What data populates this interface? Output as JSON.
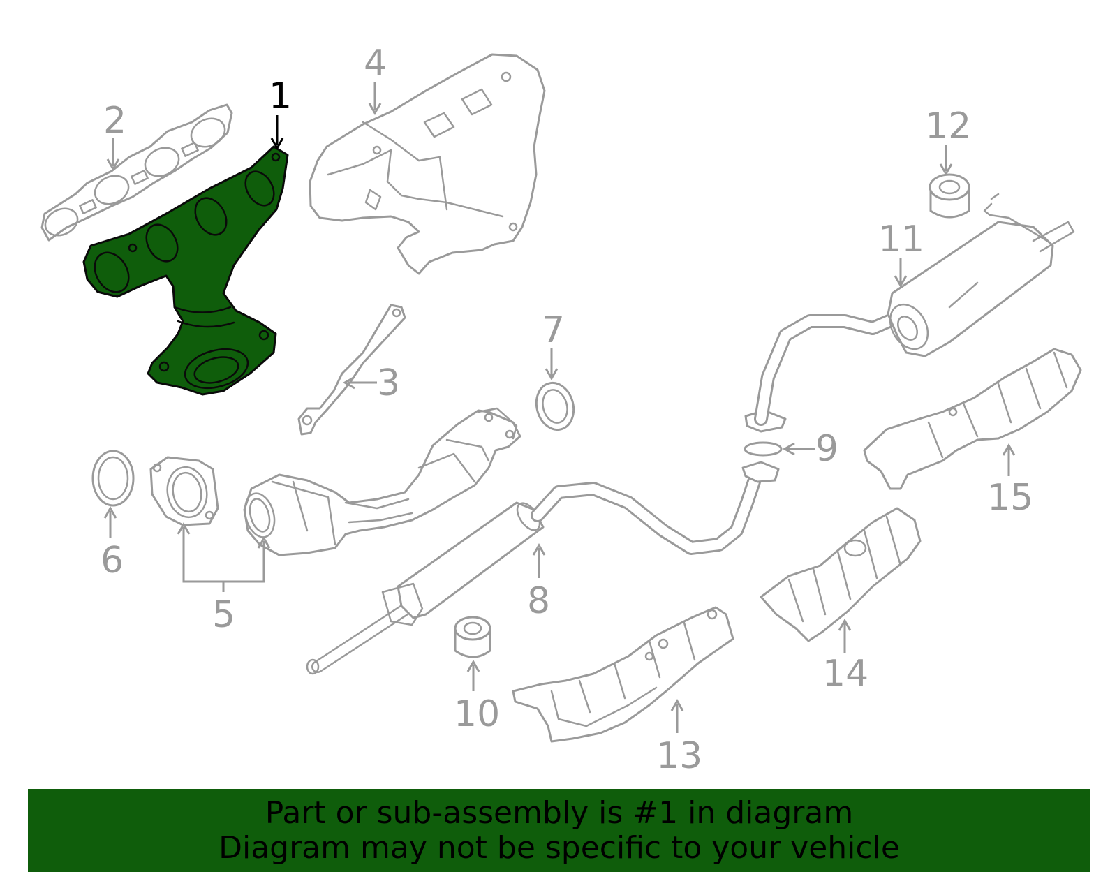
{
  "diagram": {
    "highlight_color": "#0f5d0b",
    "part_line_color": "#9a9a9a",
    "highlighted_part": "1",
    "callouts": {
      "c1": "1",
      "c2": "2",
      "c3": "3",
      "c4": "4",
      "c5": "5",
      "c6": "6",
      "c7": "7",
      "c8": "8",
      "c9": "9",
      "c10": "10",
      "c11": "11",
      "c12": "12",
      "c13": "13",
      "c14": "14",
      "c15": "15"
    }
  },
  "banner": {
    "line1": "Part or sub-assembly is #1 in diagram",
    "line2": "Diagram may not be specific to your vehicle",
    "background": "#0f5d0b"
  }
}
